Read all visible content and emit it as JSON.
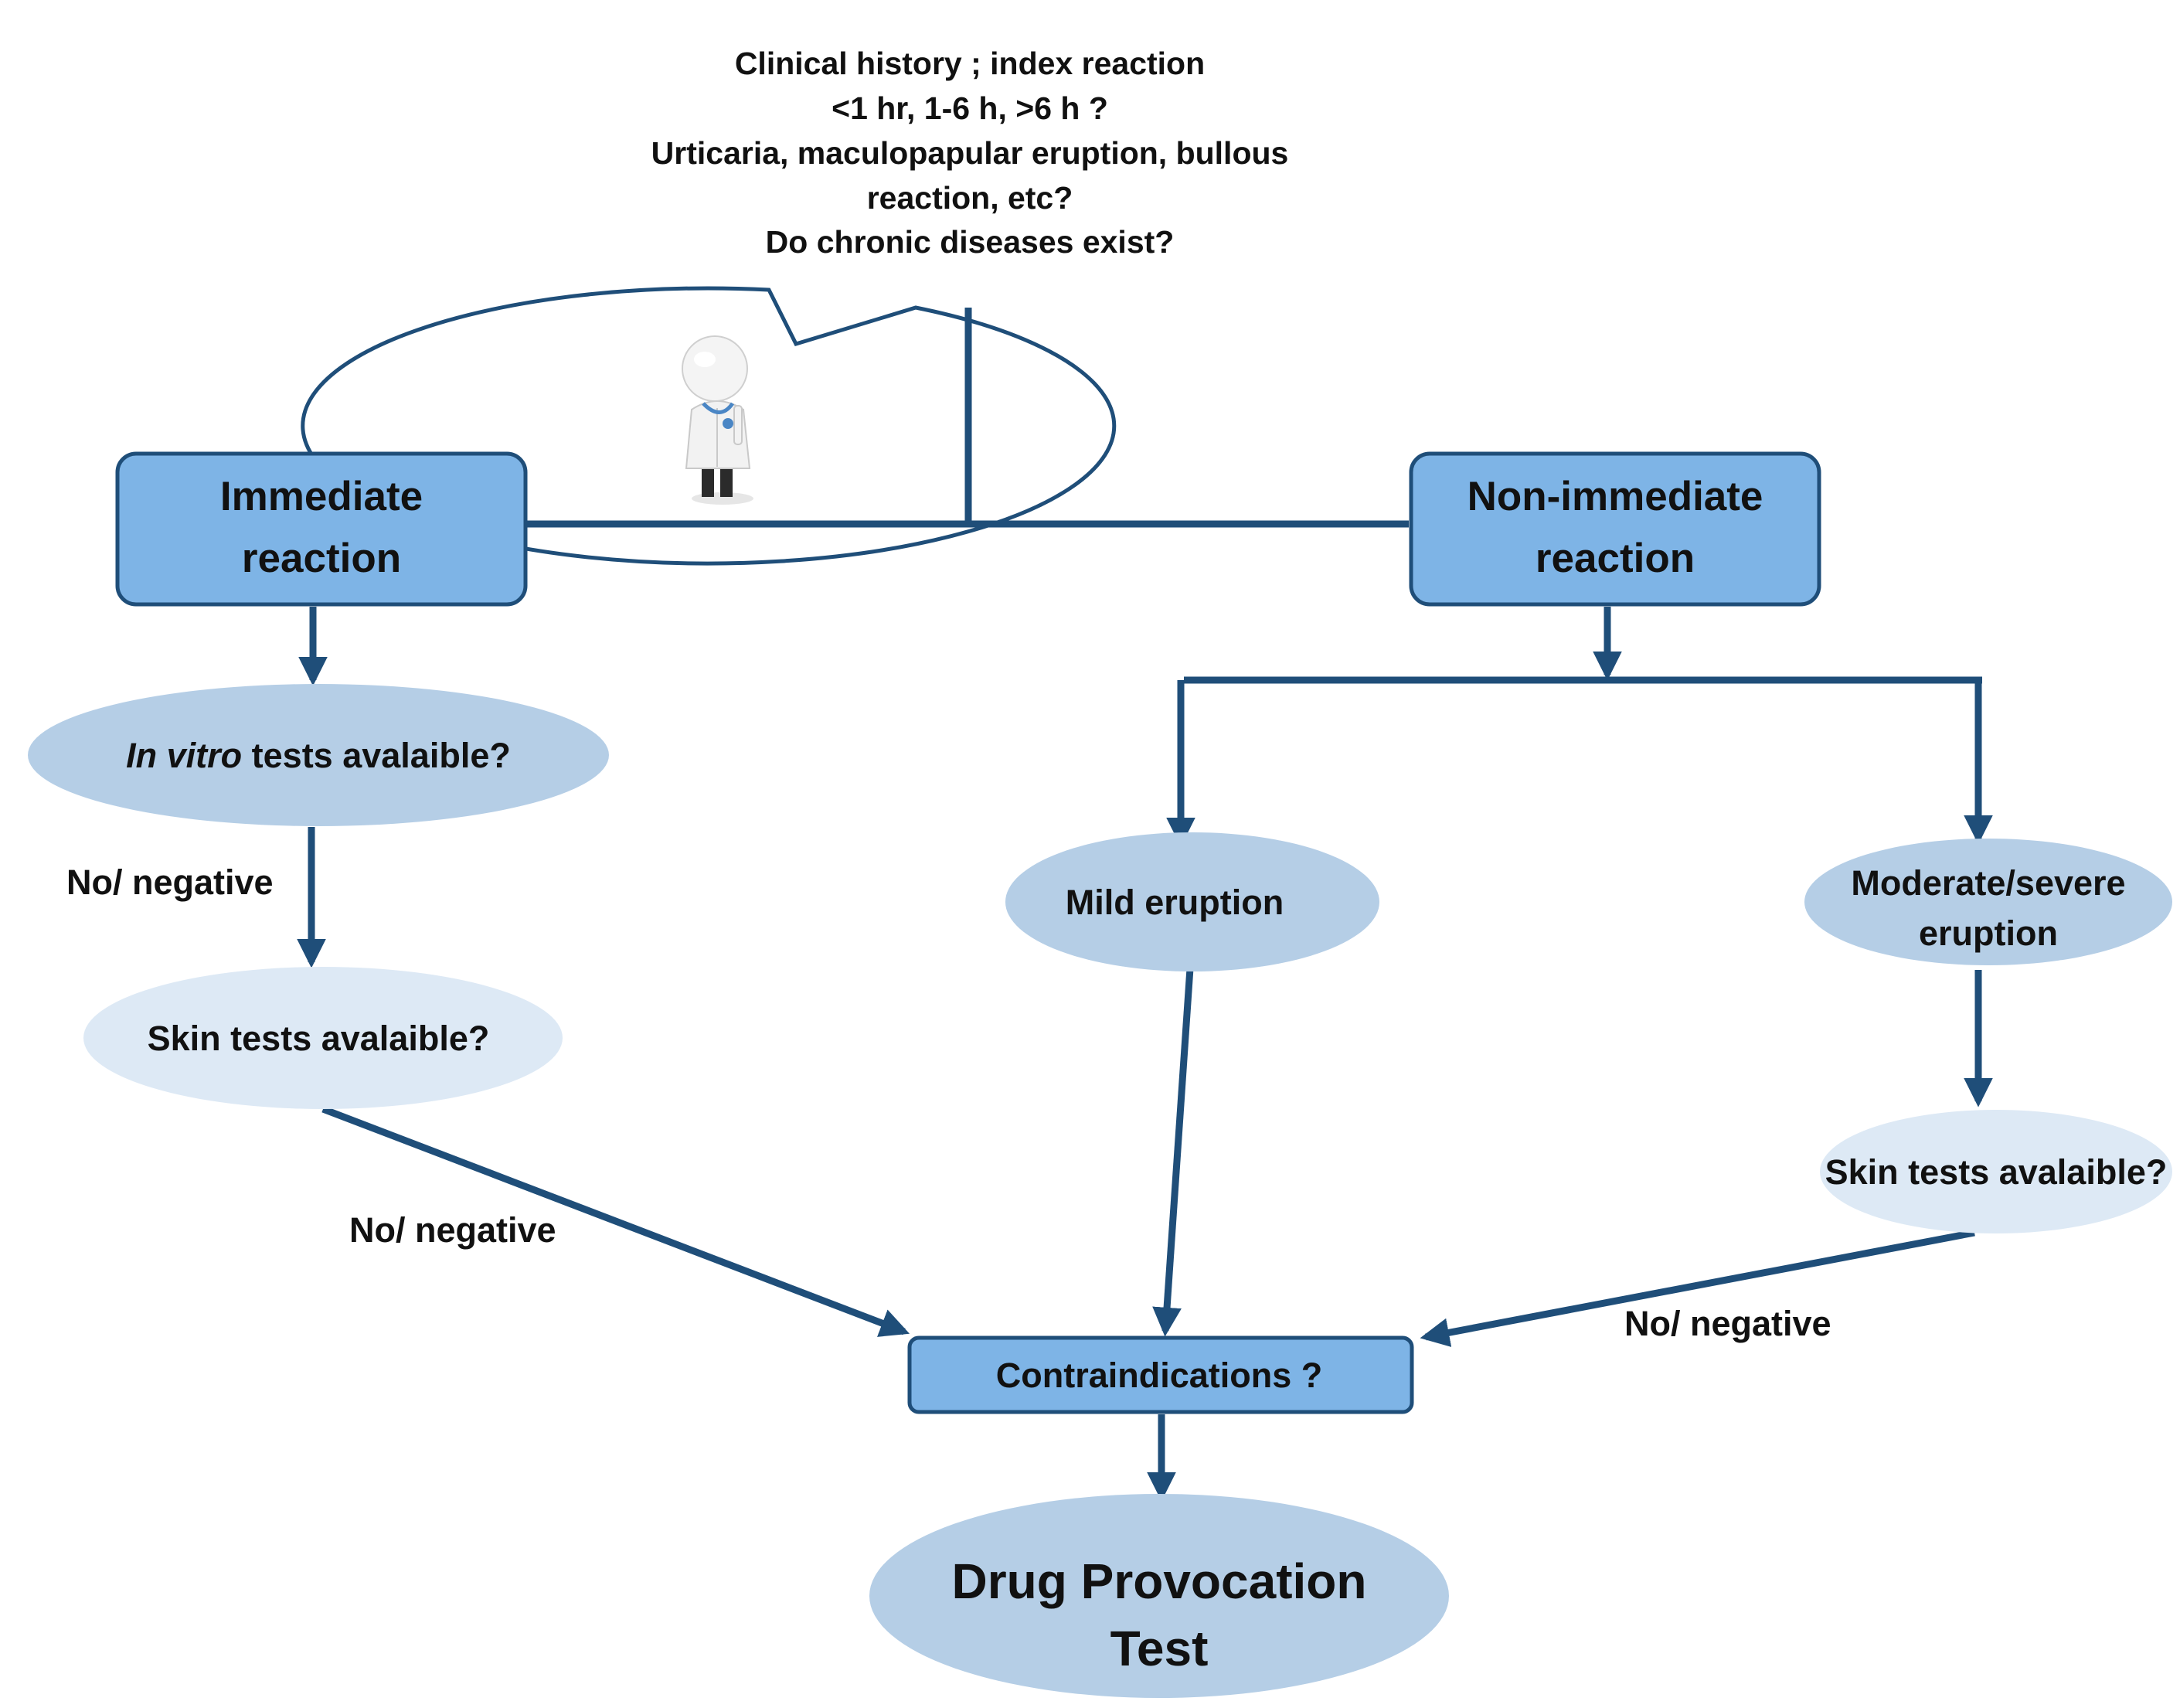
{
  "colors": {
    "line": "#1f4e79",
    "box_fill": "#7eb4e6",
    "box_stroke": "#1f4e79",
    "ellipse_mid": "#b5cee6",
    "ellipse_light": "#dde9f5",
    "text": "#111111"
  },
  "speech_bubble": {
    "lines": [
      "Clinical history ; index reaction",
      "<1 hr, 1-6 h, >6 h ?",
      "Urticaria, maculopapular eruption, bullous",
      "reaction, etc?",
      "Do chronic diseases exist?"
    ]
  },
  "doctor_figure": {
    "icon": "doctor-figure-icon"
  },
  "immediate": {
    "line1": "Immediate",
    "line2": "reaction"
  },
  "non_immediate": {
    "line1": "Non-immediate",
    "line2": "reaction"
  },
  "in_vitro": {
    "italic": "In vitro",
    "rest": " tests avalaible?"
  },
  "skin_tests_left": {
    "label": "Skin tests avalaible?"
  },
  "skin_tests_right": {
    "label": "Skin tests avalaible?"
  },
  "mild": {
    "label": "Mild eruption"
  },
  "moderate": {
    "line1": "Moderate/severe",
    "line2": "eruption"
  },
  "contraindications": {
    "label": "Contraindications ?"
  },
  "dpt": {
    "line1": "Drug Provocation",
    "line2": "Test"
  },
  "edge_labels": {
    "no_negative_1": "No/ negative",
    "no_negative_2": "No/ negative",
    "no_negative_3": "No/ negative"
  }
}
